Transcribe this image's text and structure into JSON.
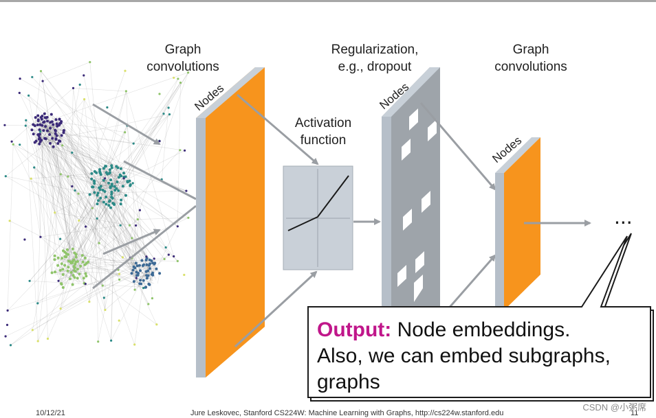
{
  "labels": {
    "graph_conv_1": [
      "Graph",
      "convolutions"
    ],
    "regularization": [
      "Regularization,",
      "e.g., dropout"
    ],
    "graph_conv_2": [
      "Graph",
      "convolutions"
    ],
    "activation": [
      "Activation",
      "function"
    ],
    "nodes": "Nodes",
    "ellipsis": "..."
  },
  "callout": {
    "highlight": "Output:",
    "line1_rest": " Node embeddings.",
    "line2": "Also, we can embed subgraphs,",
    "line3": "graphs"
  },
  "footer": {
    "date": "10/12/21",
    "citation": "Jure Leskovec, Stanford CS224W: Machine Learning with Graphs, http://cs224w.stanford.edu",
    "page": "11"
  },
  "watermark": "CSDN @小粥席",
  "colors": {
    "layer_orange": "#f7941d",
    "layer_edge": "#b6bfc9",
    "dropout_grey": "#9ea4aa",
    "arrow": "#9a9ea3",
    "activation_box": "#c9d0d8",
    "highlight": "#c0168a",
    "cluster_purple": "#3b2a78",
    "cluster_teal": "#2b8a87",
    "cluster_green": "#8fc46a",
    "cluster_blue": "#3d6a95"
  }
}
